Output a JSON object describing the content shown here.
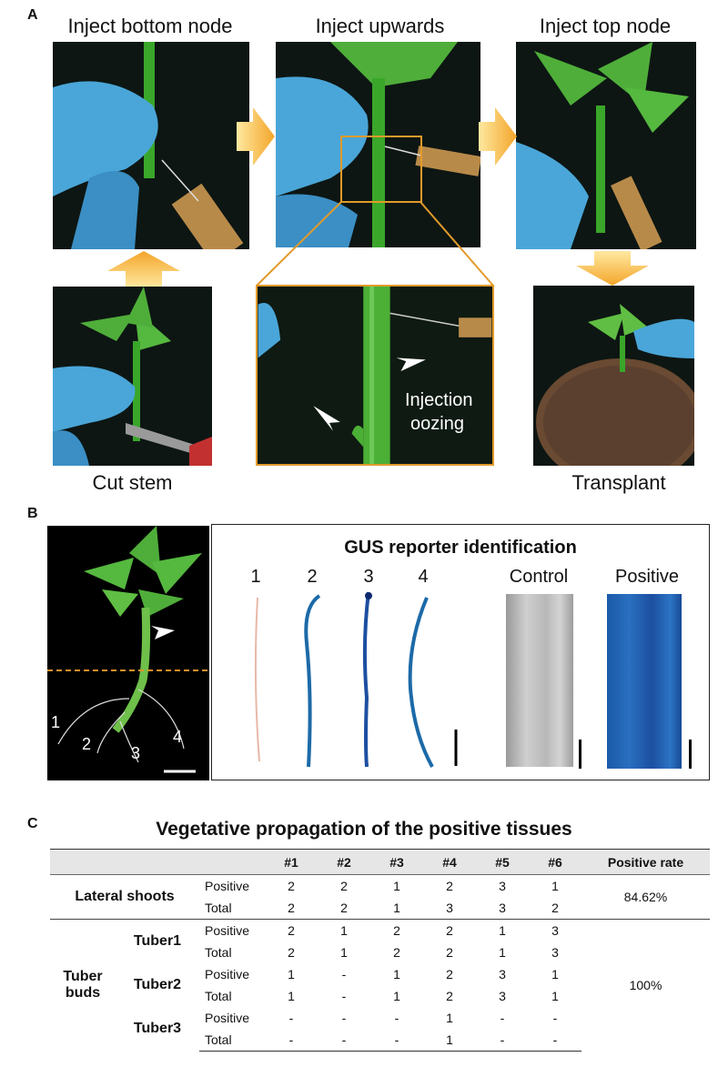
{
  "panel_a": {
    "label": "A",
    "captions": {
      "bottom_node": "Inject bottom node",
      "upwards": "Inject upwards",
      "top_node": "Inject top node",
      "cut_stem": "Cut stem",
      "transplant": "Transplant"
    },
    "zoom_annotation": [
      "Injection",
      "oozing"
    ]
  },
  "panel_b": {
    "label": "B",
    "title": "GUS reporter identification",
    "root_numbers": [
      "1",
      "2",
      "3",
      "4"
    ],
    "control_label": "Control",
    "positive_label": "Positive",
    "plant_root_labels": [
      "1",
      "2",
      "3",
      "4"
    ]
  },
  "panel_c": {
    "label": "C",
    "title": "Vegetative propagation of the positive tissues",
    "headers": [
      "",
      "",
      "#1",
      "#2",
      "#3",
      "#4",
      "#5",
      "#6",
      "Positive rate"
    ],
    "lateral": {
      "name": "Lateral shoots",
      "positive_label": "Positive",
      "total_label": "Total",
      "positive": [
        "2",
        "2",
        "1",
        "2",
        "3",
        "1"
      ],
      "total": [
        "2",
        "2",
        "1",
        "3",
        "3",
        "2"
      ],
      "rate": "84.62%"
    },
    "tuber": {
      "name_line1": "Tuber",
      "name_line2": "buds",
      "rate": "100%",
      "rows": [
        {
          "name": "Tuber1",
          "positive_label": "Positive",
          "total_label": "Total",
          "positive": [
            "2",
            "1",
            "2",
            "2",
            "1",
            "3"
          ],
          "total": [
            "2",
            "1",
            "2",
            "2",
            "1",
            "3"
          ]
        },
        {
          "name": "Tuber2",
          "positive_label": "Positive",
          "total_label": "Total",
          "positive": [
            "1",
            "-",
            "1",
            "2",
            "3",
            "1"
          ],
          "total": [
            "1",
            "-",
            "1",
            "2",
            "3",
            "1"
          ]
        },
        {
          "name": "Tuber3",
          "positive_label": "Positive",
          "total_label": "Total",
          "positive": [
            "-",
            "-",
            "-",
            "1",
            "-",
            "-"
          ],
          "total": [
            "-",
            "-",
            "-",
            "1",
            "-",
            "-"
          ]
        }
      ]
    }
  },
  "colors": {
    "glove": "#4aa6d8",
    "stem": "#3aa62a",
    "arrow": "#f3b23a",
    "zoom_frame": "#e29a2a",
    "gus_blue": "#1c4fa0"
  }
}
